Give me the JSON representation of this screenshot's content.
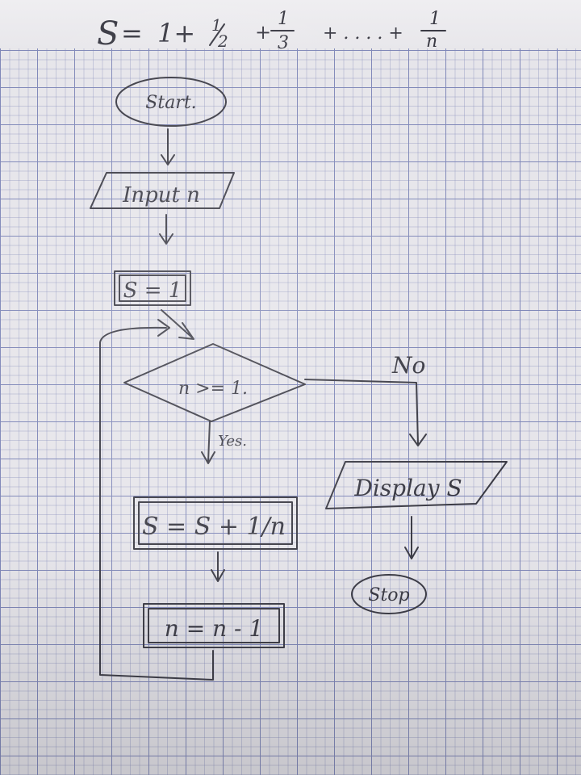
{
  "title": {
    "lhs": "S",
    "eq": "=",
    "t1": "1+",
    "t2_num": "1",
    "t2_den": "2",
    "plus1": "+",
    "t3_num": "1",
    "t3_den": "3",
    "dots": "+ . . . . +",
    "tn_num": "1",
    "tn_den": "n"
  },
  "nodes": {
    "start": "Start.",
    "input": "Input n",
    "init": "S = 1",
    "decision": "n >= 1.",
    "update_s": "S = S + 1/n",
    "update_n": "n = n - 1",
    "display": "Display S",
    "stop": "Stop"
  },
  "edges": {
    "no": "No",
    "yes": "Yes."
  },
  "colors": {
    "ink": "#3b3b45",
    "grid": "#7f87b8",
    "paper": "#e6e5ea"
  }
}
